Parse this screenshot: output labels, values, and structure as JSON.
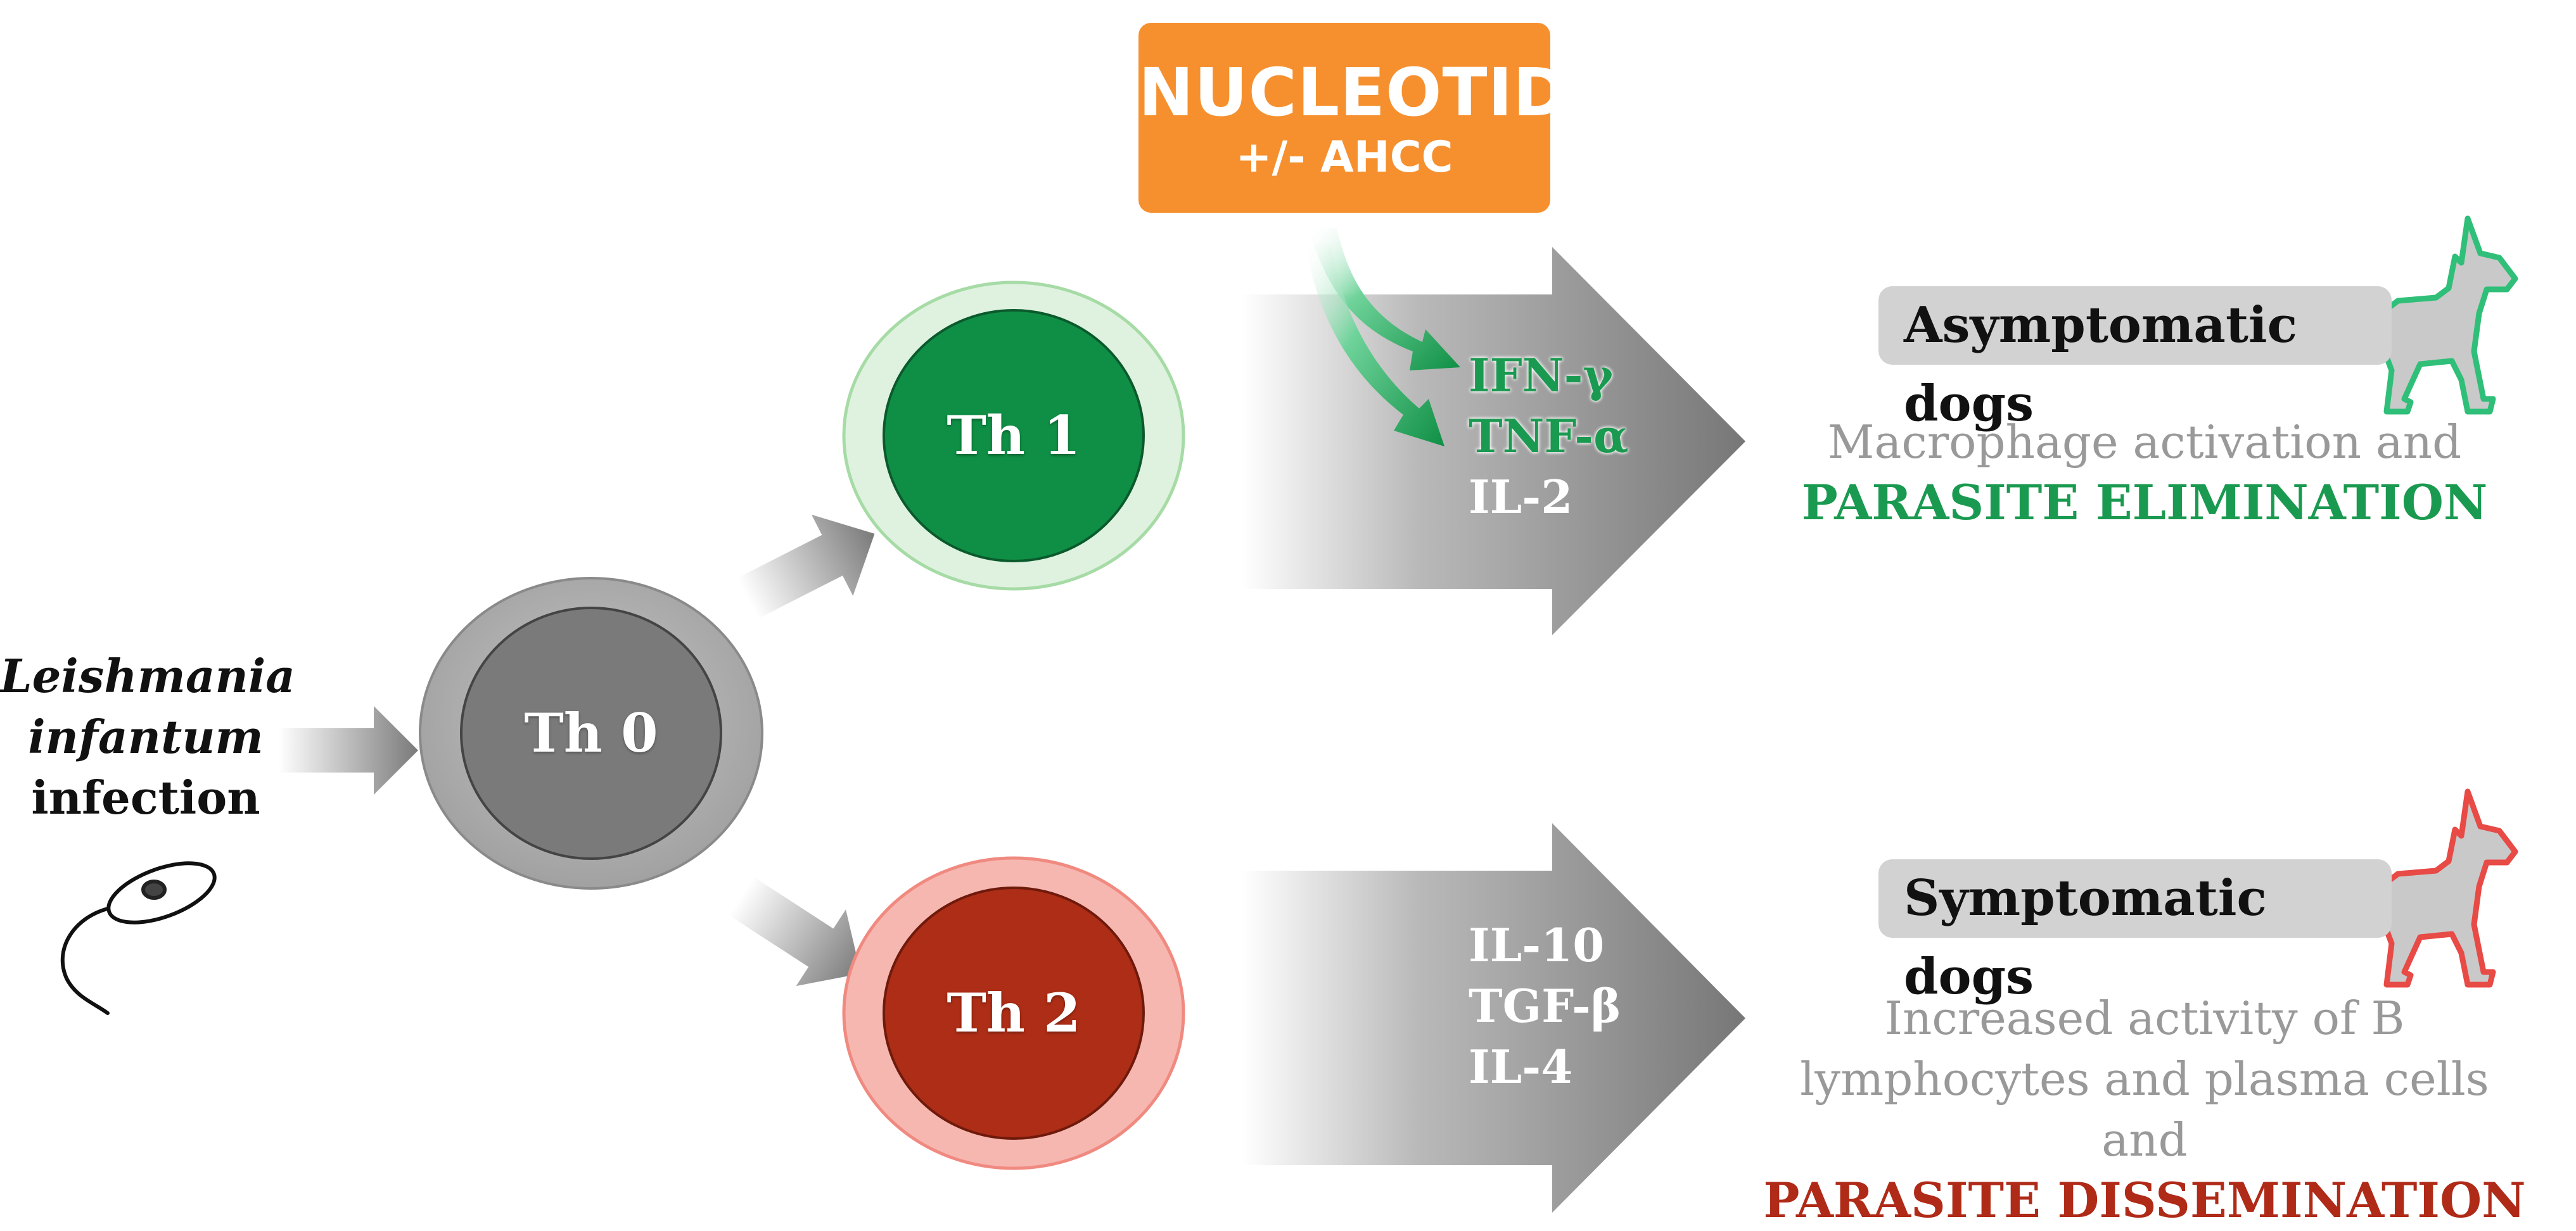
{
  "infection": {
    "line1": "Leishmania",
    "line2": "infantum",
    "line3": "infection"
  },
  "cells": {
    "th0": "Th 0",
    "th1": "Th 1",
    "th2": "Th 2"
  },
  "th1_cytokines": [
    "IFN-γ",
    "TNF-α",
    "IL-2"
  ],
  "th2_cytokines": [
    "IL-10",
    "TGF-β",
    "IL-4"
  ],
  "supplement": {
    "title": "NUCLEOTIDES",
    "subtitle": "+/- AHCC"
  },
  "outcomes": {
    "asymptomatic": {
      "label": "Asymptomatic dogs",
      "text_line1": "Macrophage activation and",
      "highlight": "PARASITE ELIMINATION"
    },
    "symptomatic": {
      "label": "Symptomatic dogs",
      "text_line1": "Increased activity of B",
      "text_line2": "lymphocytes and plasma cells and",
      "highlight": "PARASITE DISSEMINATION"
    }
  },
  "colors": {
    "th1_green": "#0f8f45",
    "th2_red": "#ad2d16",
    "orange": "#f6902f",
    "grey_arrow": "#7c7c7c"
  }
}
